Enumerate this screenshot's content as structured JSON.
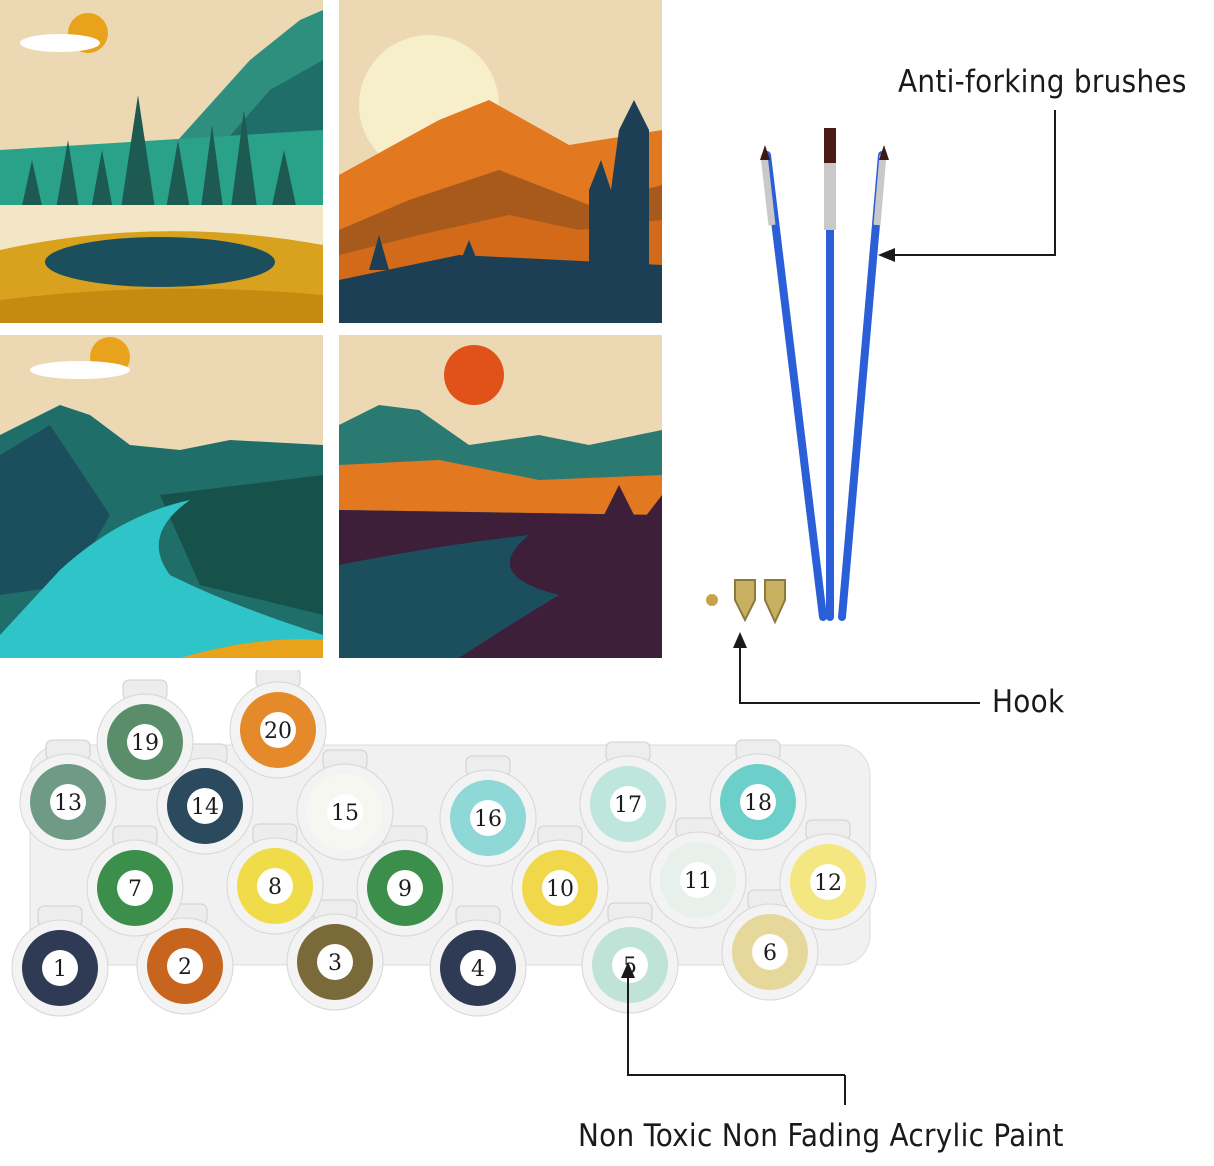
{
  "labels": {
    "brushes": "Anti-forking brushes",
    "hook": "Hook",
    "paint": "Non Toxic Non Fading Acrylic Paint"
  },
  "paint_pots": [
    "1",
    "2",
    "3",
    "4",
    "5",
    "6",
    "7",
    "8",
    "9",
    "10",
    "11",
    "12",
    "13",
    "14",
    "15",
    "16",
    "17",
    "18",
    "19",
    "20"
  ],
  "colors": {
    "background": "#ffffff",
    "sky": "#ecd9b3",
    "teal_dark": "#1f6e6a",
    "teal_mid": "#2f8f7f",
    "ochre": "#d9a21e",
    "navy": "#1c3f55",
    "orange": "#e2781f",
    "sun_red": "#e0521a",
    "plum": "#3d1f3a",
    "aqua": "#2ec4c8",
    "brush_blue": "#2a5fd8"
  }
}
